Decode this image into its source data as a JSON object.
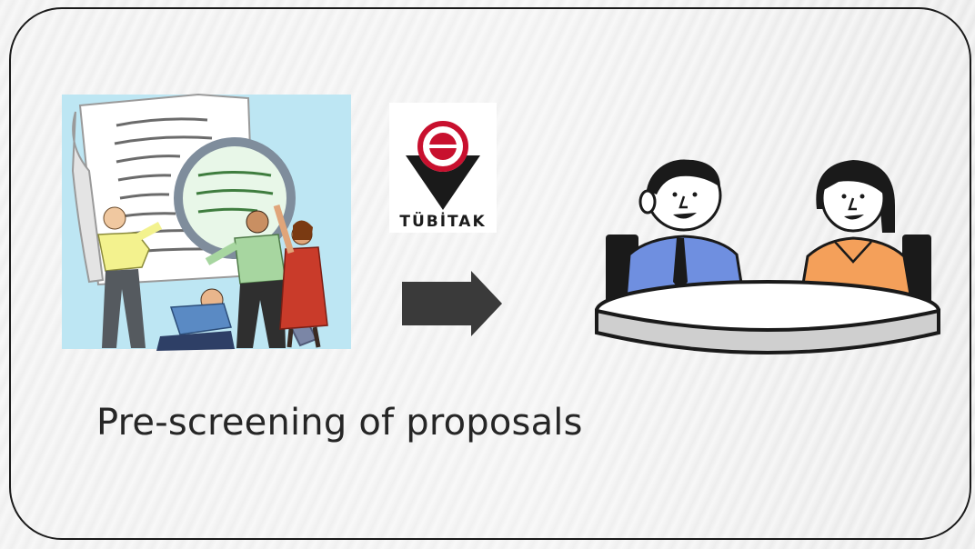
{
  "caption": "Pre-screening of proposals",
  "logo": {
    "text": "TÜBİTAK",
    "color_red": "#c8102e",
    "color_dark": "#1a1a1a"
  },
  "illustrations": {
    "left": "people-inspecting-document-with-magnifier",
    "right": "two-people-meeting-at-round-table"
  },
  "icons": {
    "arrow": "right-arrow-icon"
  },
  "colors": {
    "background": "#f2f2f2",
    "frame_border": "#1a1a1a",
    "caption_text": "#262626",
    "arrow_fill": "#3a3a3a"
  }
}
